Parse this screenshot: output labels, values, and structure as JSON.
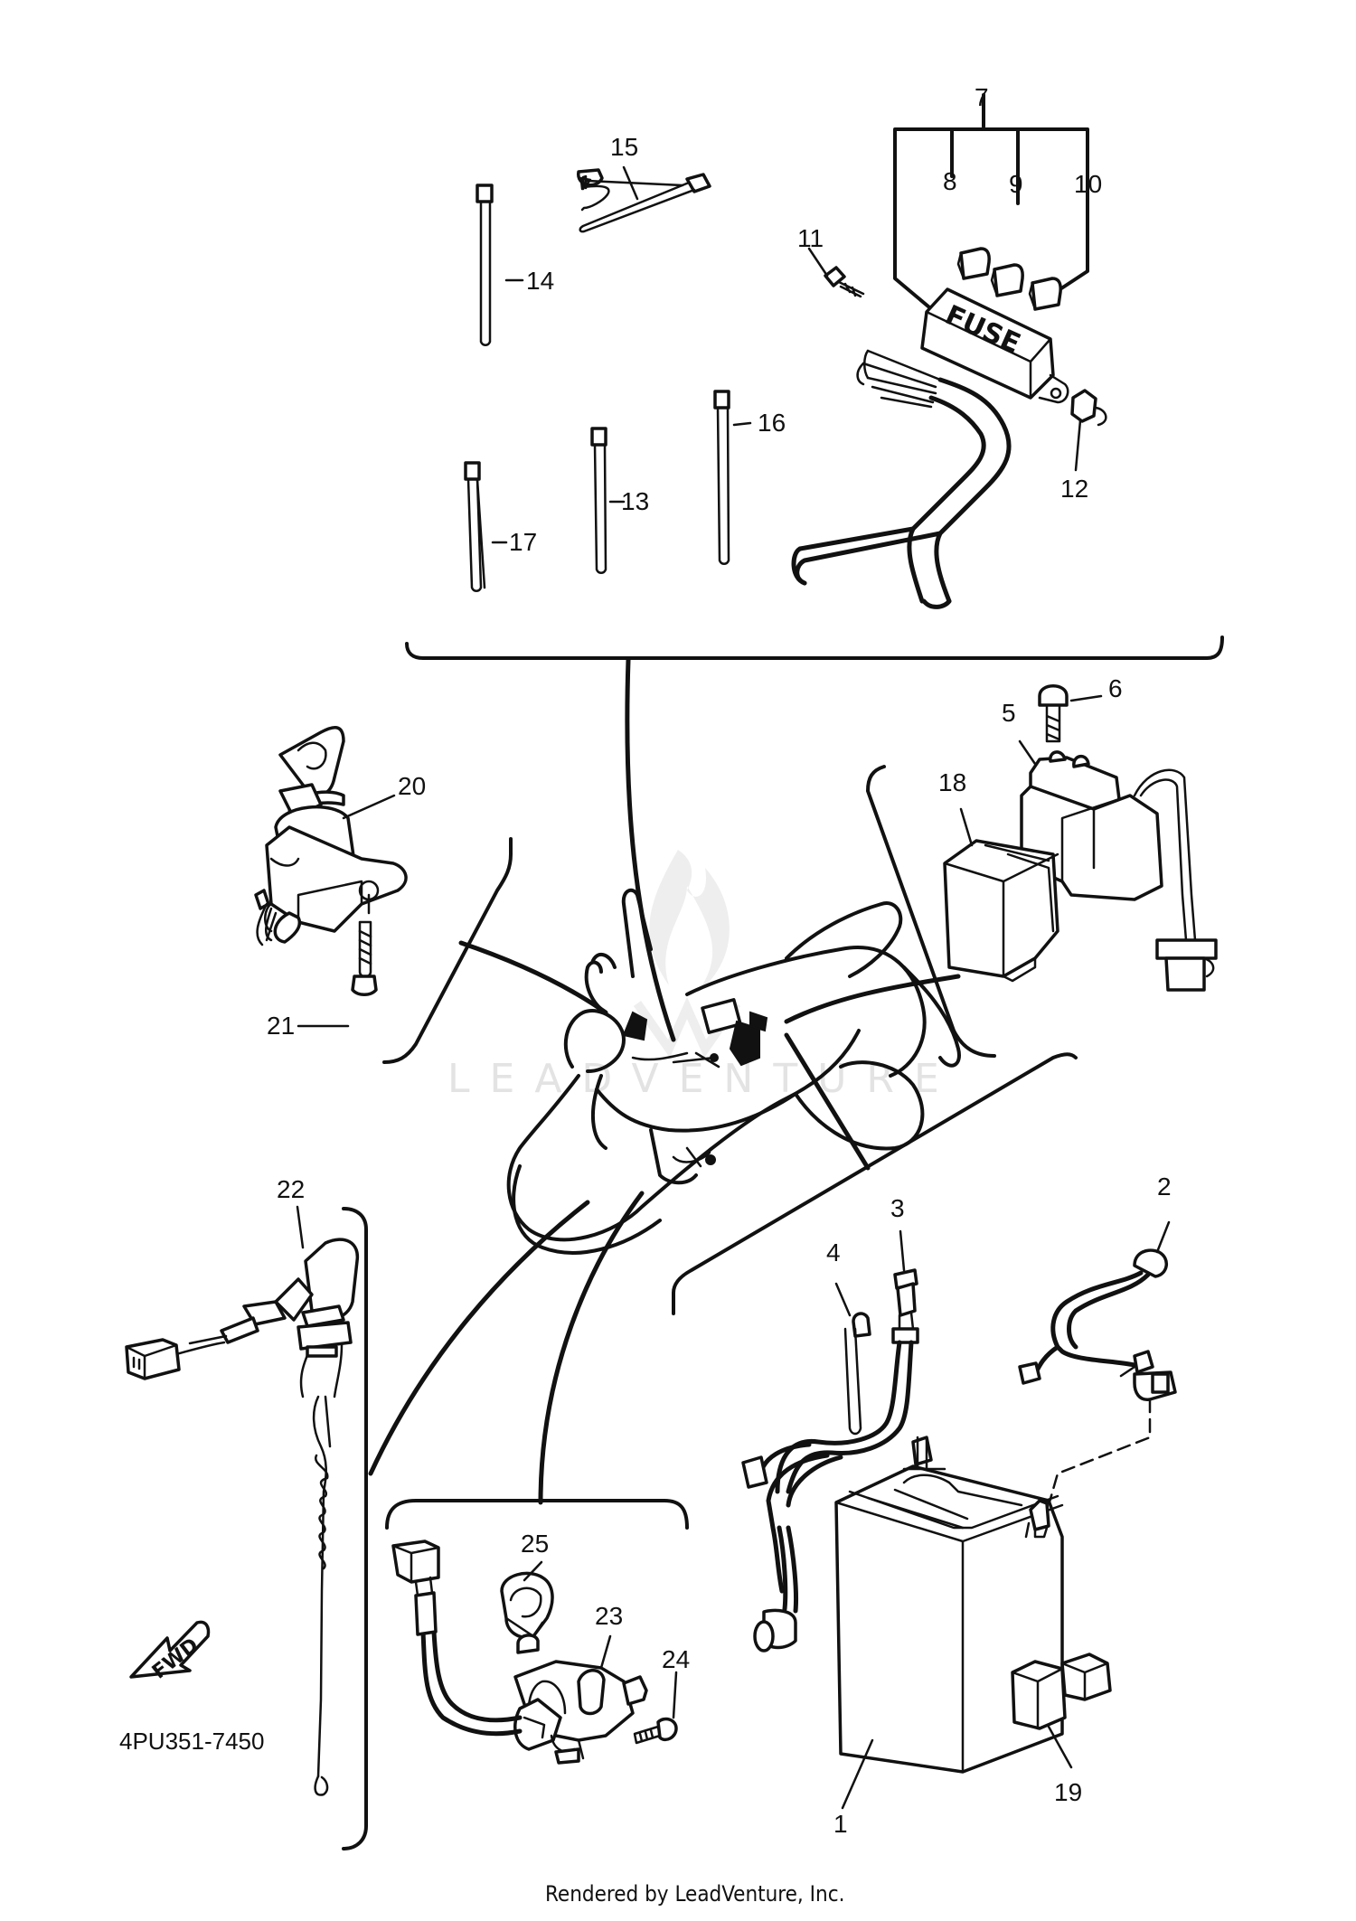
{
  "diagram_code": "4PU351-7450",
  "footer": "Rendered by LeadVenture, Inc.",
  "watermark": "LEADVENTURE",
  "fuse_label": "FUSE",
  "fwd_label": "FWD",
  "callouts": {
    "n1": "1",
    "n2": "2",
    "n3": "3",
    "n4": "4",
    "n5": "5",
    "n6": "6",
    "n7": "7",
    "n8": "8",
    "n9": "9",
    "n10": "10",
    "n11": "11",
    "n12": "12",
    "n13": "13",
    "n14": "14",
    "n15": "15",
    "n16": "16",
    "n17": "17",
    "n18": "18",
    "n19": "19",
    "n20": "20",
    "n21": "21",
    "n22": "22",
    "n23": "23",
    "n24": "24",
    "n25": "25"
  }
}
